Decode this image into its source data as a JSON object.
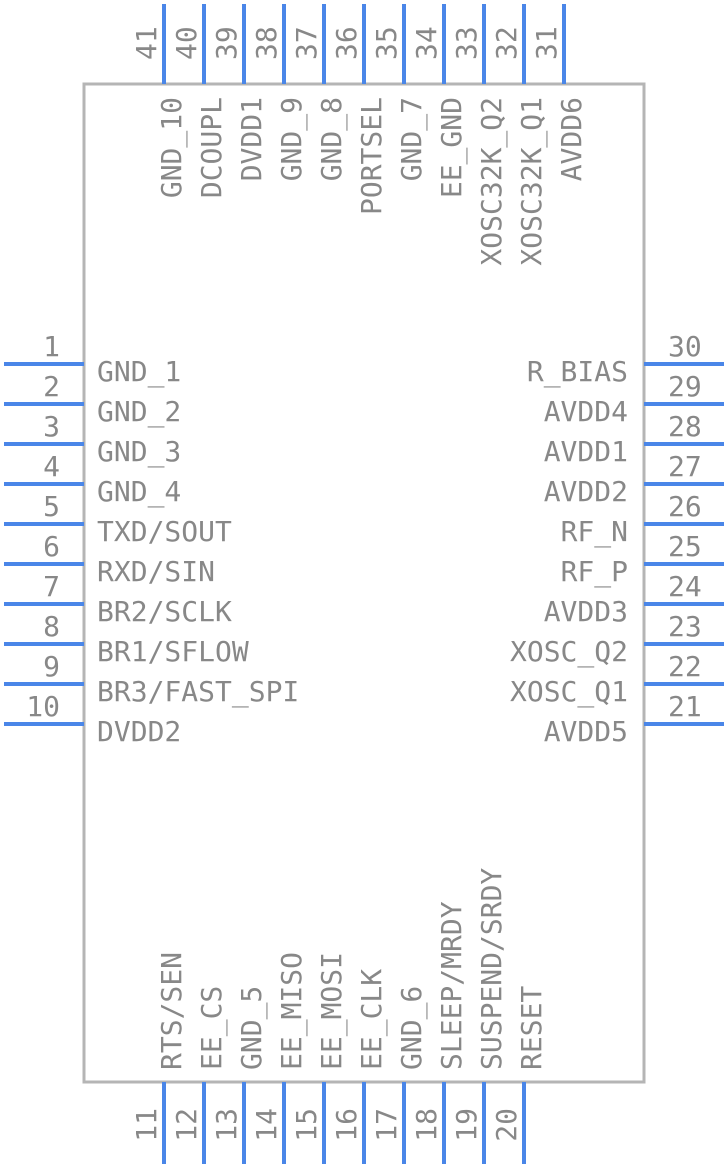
{
  "colors": {
    "pin": "#4a86e8",
    "body_outline": "#b5b5b5",
    "text": "#888888"
  },
  "pins": {
    "left": [
      {
        "num": "1",
        "name": "GND_1"
      },
      {
        "num": "2",
        "name": "GND_2"
      },
      {
        "num": "3",
        "name": "GND_3"
      },
      {
        "num": "4",
        "name": "GND_4"
      },
      {
        "num": "5",
        "name": "TXD/SOUT"
      },
      {
        "num": "6",
        "name": "RXD/SIN"
      },
      {
        "num": "7",
        "name": "BR2/SCLK"
      },
      {
        "num": "8",
        "name": "BR1/SFLOW"
      },
      {
        "num": "9",
        "name": "BR3/FAST_SPI"
      },
      {
        "num": "10",
        "name": "DVDD2"
      }
    ],
    "bottom": [
      {
        "num": "11",
        "name": "RTS/SEN"
      },
      {
        "num": "12",
        "name": "EE_CS"
      },
      {
        "num": "13",
        "name": "GND_5"
      },
      {
        "num": "14",
        "name": "EE_MISO"
      },
      {
        "num": "15",
        "name": "EE_MOSI"
      },
      {
        "num": "16",
        "name": "EE_CLK"
      },
      {
        "num": "17",
        "name": "GND_6"
      },
      {
        "num": "18",
        "name": "SLEEP/MRDY"
      },
      {
        "num": "19",
        "name": "SUSPEND/SRDY"
      },
      {
        "num": "20",
        "name": "RESET"
      }
    ],
    "right": [
      {
        "num": "21",
        "name": "AVDD5"
      },
      {
        "num": "22",
        "name": "XOSC_Q1"
      },
      {
        "num": "23",
        "name": "XOSC_Q2"
      },
      {
        "num": "24",
        "name": "AVDD3"
      },
      {
        "num": "25",
        "name": "RF_P"
      },
      {
        "num": "26",
        "name": "RF_N"
      },
      {
        "num": "27",
        "name": "AVDD2"
      },
      {
        "num": "28",
        "name": "AVDD1"
      },
      {
        "num": "29",
        "name": "AVDD4"
      },
      {
        "num": "30",
        "name": "R_BIAS"
      }
    ],
    "top": [
      {
        "num": "31",
        "name": "AVDD6"
      },
      {
        "num": "32",
        "name": "XOSC32K_Q1"
      },
      {
        "num": "33",
        "name": "XOSC32K_Q2"
      },
      {
        "num": "34",
        "name": "EE_GND"
      },
      {
        "num": "35",
        "name": "GND_7"
      },
      {
        "num": "36",
        "name": "PORTSEL"
      },
      {
        "num": "37",
        "name": "GND_8"
      },
      {
        "num": "38",
        "name": "GND_9"
      },
      {
        "num": "39",
        "name": "DVDD1"
      },
      {
        "num": "40",
        "name": "DCOUPL"
      },
      {
        "num": "41",
        "name": "GND_10"
      }
    ]
  }
}
